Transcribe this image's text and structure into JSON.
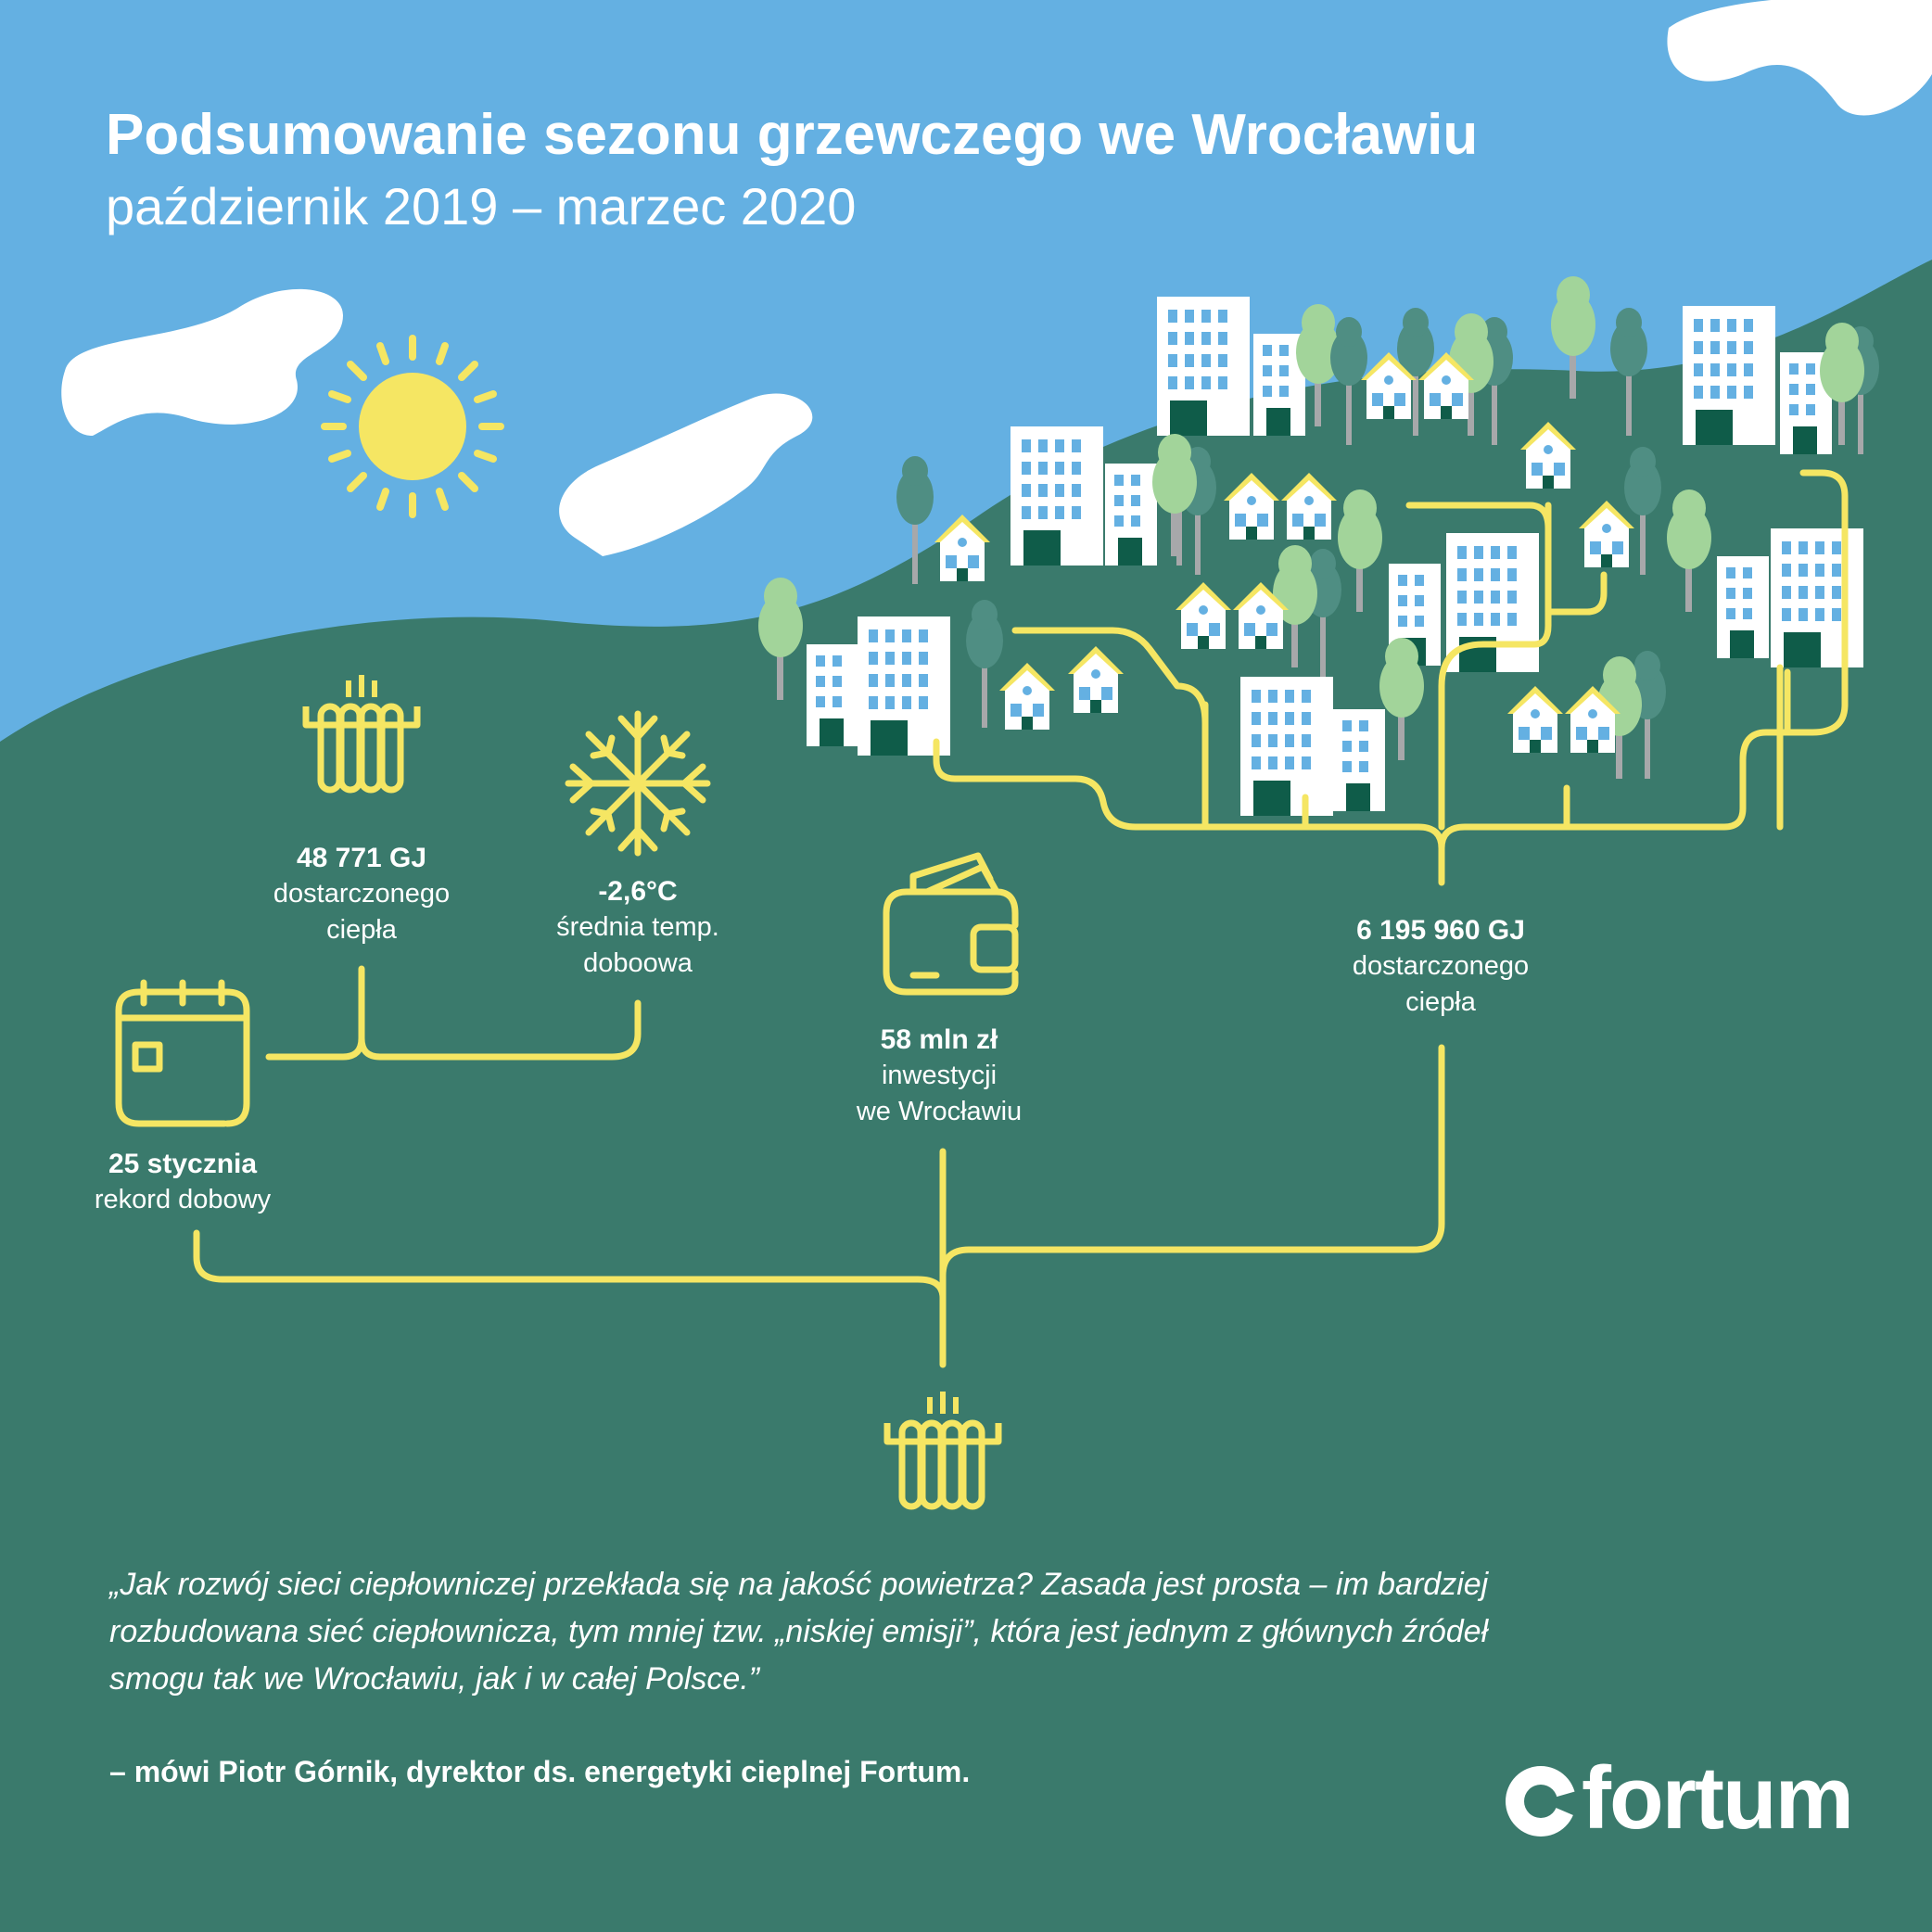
{
  "header": {
    "title": "Podsumowanie sezonu grzewczego we Wrocławiu",
    "subtitle": "październik 2019 – marzec 2020"
  },
  "stats": {
    "heat_delivered_day": {
      "value": "48 771 GJ",
      "label_1": "dostarczonego",
      "label_2": "ciepła"
    },
    "avg_temp": {
      "value": "-2,6°C",
      "label_1": "średnia temp.",
      "label_2": "doboowa"
    },
    "record_day": {
      "value": "25 stycznia",
      "label_1": "rekord dobowy"
    },
    "investment": {
      "value": "58 mln zł",
      "label_1": "inwestycji",
      "label_2": "we Wrocławiu"
    },
    "heat_delivered_season": {
      "value": "6 195 960 GJ",
      "label_1": "dostarczonego",
      "label_2": "ciepła"
    }
  },
  "quote": {
    "text": "„Jak rozwój sieci ciepłowniczej przekłada się na jakość powietrza? Zasada jest prosta – im bardziej rozbudowana sieć ciepłownicza, tym mniej tzw. „niskiej emisji”, która jest jednym z głównych źródeł smogu tak we Wrocławiu, jak i w całej Polsce.”",
    "author": "– mówi Piotr Górnik, dyrektor ds. energetyki cieplnej Fortum."
  },
  "logo": {
    "text": "fortum"
  },
  "colors": {
    "sky": "#64b0e2",
    "hill": "#3a7a6c",
    "yellow": "#f5e663",
    "white": "#ffffff",
    "tree_light": "#a2d49a",
    "tree_dark": "#4f8e83"
  },
  "icons": [
    "sun-icon",
    "cloud-icon",
    "radiator-icon",
    "snowflake-icon",
    "calendar-icon",
    "wallet-icon",
    "building-icon",
    "house-icon",
    "tree-icon",
    "fortum-logo-icon"
  ]
}
